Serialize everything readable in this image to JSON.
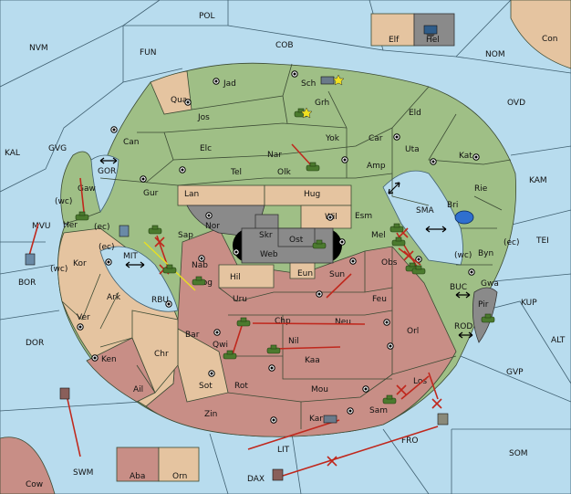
{
  "map": {
    "provinces_sea": [
      "POL",
      "NVM",
      "FUN",
      "COB",
      "NOM",
      "Con",
      "OVD",
      "KAL",
      "GVG",
      "GOR",
      "KAM",
      "SMA",
      "TEI",
      "MVU",
      "BOR",
      "MIT",
      "RBU",
      "BUC",
      "KUP",
      "ROD",
      "ALT",
      "DOR",
      "GVP",
      "SOM",
      "LIT",
      "FRO",
      "SWM",
      "DAX",
      "Cow"
    ],
    "provinces_green": [
      "Jad",
      "Sch",
      "Qua",
      "Jos",
      "Grh",
      "Eld",
      "Can",
      "Yok",
      "Car",
      "Uta",
      "Elc",
      "Nar",
      "Tel",
      "Olk",
      "Amp",
      "Kat",
      "Gur",
      "Gaw",
      "Rie",
      "Bri",
      "Her",
      "Sap",
      "Esm",
      "Byn",
      "Gwa",
      "Qwi",
      "Nog"
    ],
    "provinces_tan": [
      "Elf",
      "Lan",
      "Hug",
      "Wil",
      "Kor",
      "Ark",
      "Ver",
      "Chr",
      "Ail",
      "Sot",
      "Hil",
      "Eun",
      "Orn"
    ],
    "provinces_red": [
      "Nab",
      "Uru",
      "Sun",
      "Feu",
      "Obs",
      "Mel",
      "Bar",
      "Chp",
      "Neu",
      "Orl",
      "Nil",
      "Kaa",
      "Ken",
      "Rot",
      "Mou",
      "Los",
      "Zin",
      "Kar",
      "Sam",
      "Aba"
    ],
    "provinces_grey": [
      "Hel",
      "Nor",
      "Skr",
      "Ost",
      "Web",
      "Pir"
    ],
    "coast_tags": [
      "(wc)",
      "(ec)",
      "(wc)",
      "(ec)",
      "(wc)",
      "(ec)"
    ]
  },
  "colors": {
    "sea": "#b8dcee",
    "green": "#9fbf86",
    "tan": "#e5c4a0",
    "red": "#c88e86",
    "grey": "#8a8a8a",
    "order_arrow": "#c0281d",
    "support_line": "#e8e020"
  },
  "icons": [
    "army-icon",
    "fleet-icon",
    "supply-center-icon",
    "star-icon",
    "bidirectional-arrow-icon",
    "cancelled-order-x-icon"
  ]
}
